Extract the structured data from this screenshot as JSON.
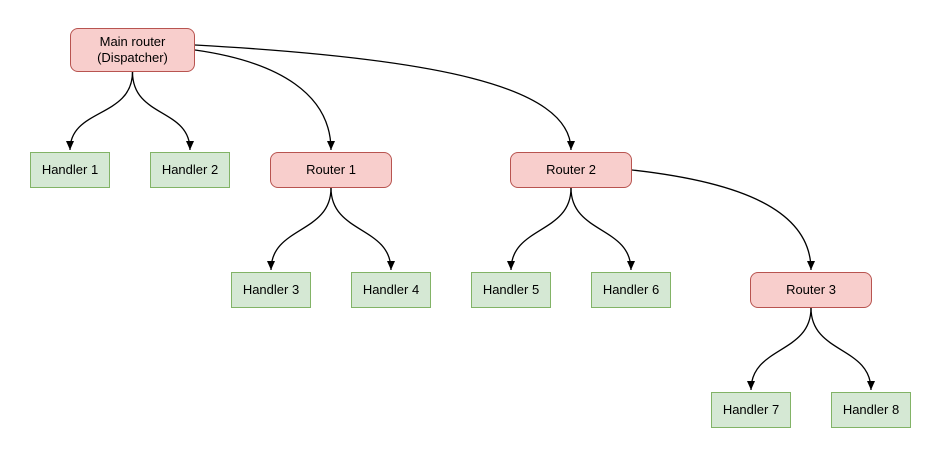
{
  "diagram": {
    "type": "tree",
    "colors": {
      "background": "#ffffff",
      "router_fill": "#f8cecc",
      "router_stroke": "#b85450",
      "handler_fill": "#d5e8d4",
      "handler_stroke": "#82b366",
      "edge": "#000000"
    },
    "nodes": {
      "main": {
        "label": "Main router\n(Dispatcher)",
        "type": "router"
      },
      "handler1": {
        "label": "Handler 1",
        "type": "handler"
      },
      "handler2": {
        "label": "Handler 2",
        "type": "handler"
      },
      "router1": {
        "label": "Router 1",
        "type": "router"
      },
      "router2": {
        "label": "Router 2",
        "type": "router"
      },
      "handler3": {
        "label": "Handler 3",
        "type": "handler"
      },
      "handler4": {
        "label": "Handler 4",
        "type": "handler"
      },
      "handler5": {
        "label": "Handler 5",
        "type": "handler"
      },
      "handler6": {
        "label": "Handler 6",
        "type": "handler"
      },
      "router3": {
        "label": "Router 3",
        "type": "router"
      },
      "handler7": {
        "label": "Handler 7",
        "type": "handler"
      },
      "handler8": {
        "label": "Handler 8",
        "type": "handler"
      }
    },
    "edges": [
      {
        "from": "main",
        "to": "handler1"
      },
      {
        "from": "main",
        "to": "handler2"
      },
      {
        "from": "main",
        "to": "router1"
      },
      {
        "from": "main",
        "to": "router2"
      },
      {
        "from": "router1",
        "to": "handler3"
      },
      {
        "from": "router1",
        "to": "handler4"
      },
      {
        "from": "router2",
        "to": "handler5"
      },
      {
        "from": "router2",
        "to": "handler6"
      },
      {
        "from": "router2",
        "to": "router3"
      },
      {
        "from": "router3",
        "to": "handler7"
      },
      {
        "from": "router3",
        "to": "handler8"
      }
    ]
  }
}
